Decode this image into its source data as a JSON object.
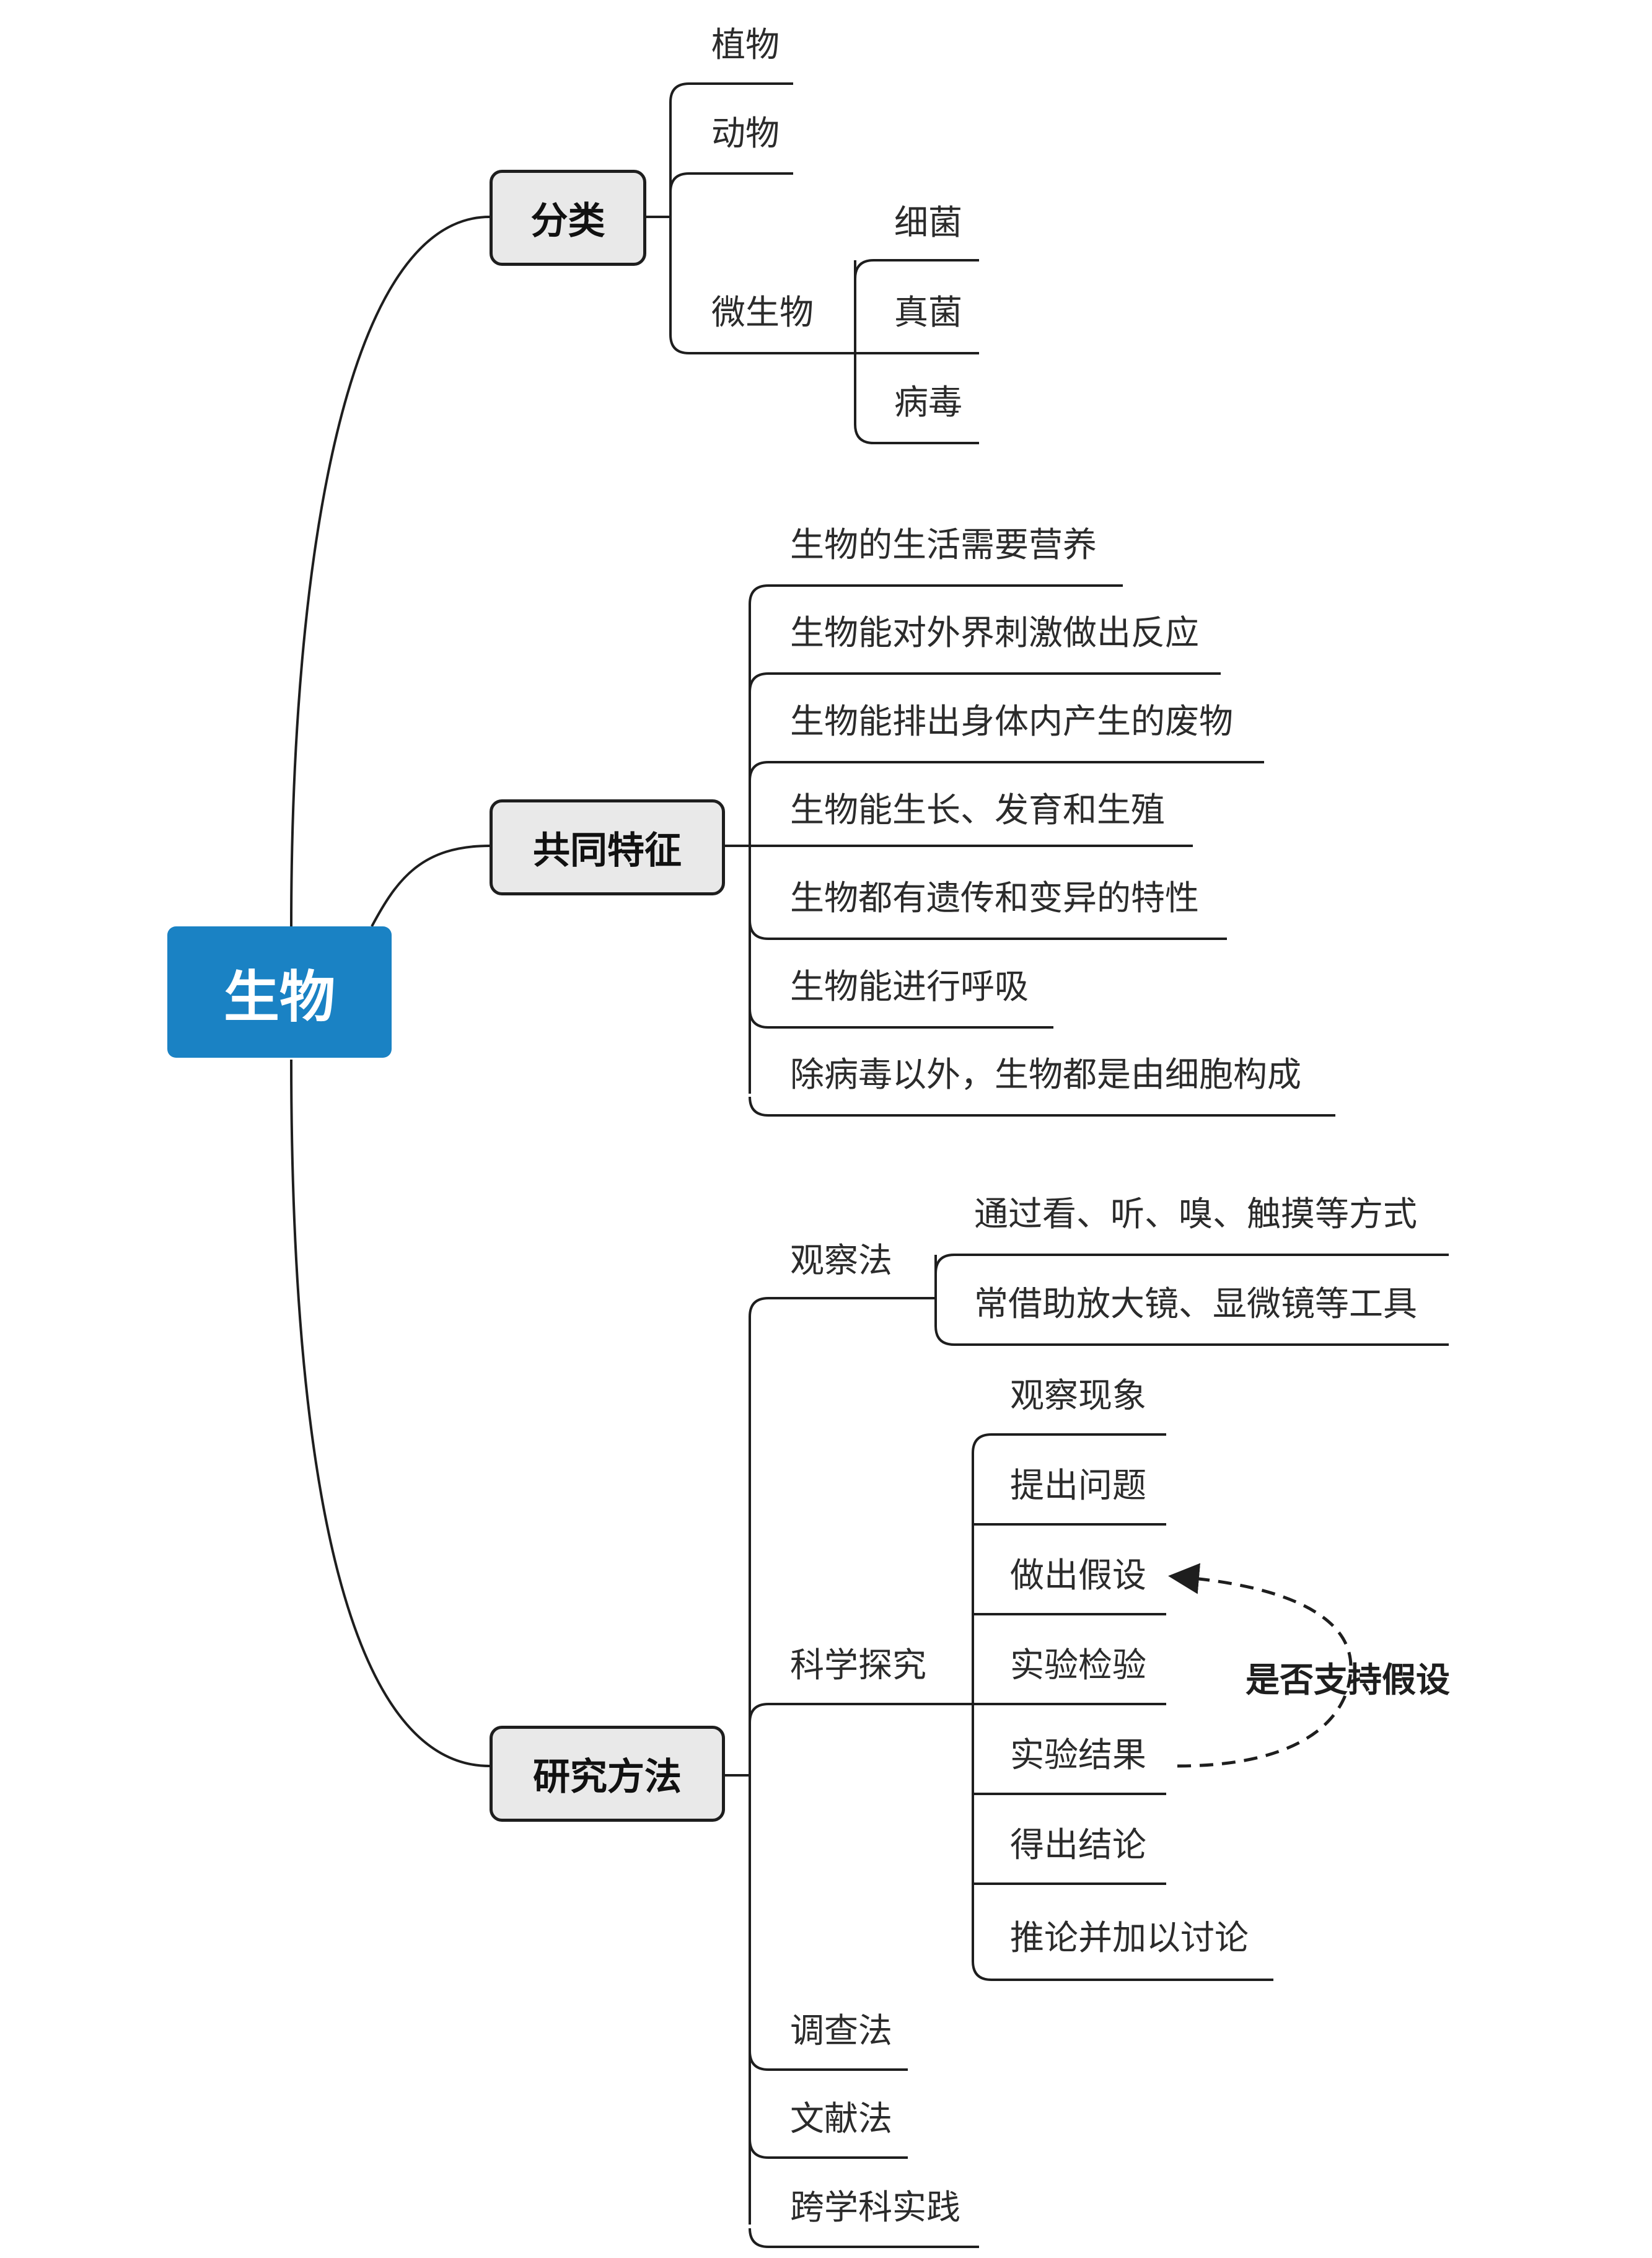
{
  "root": "生物",
  "classification": {
    "label": "分类",
    "items": [
      "植物",
      "动物",
      "微生物"
    ],
    "microbes": [
      "细菌",
      "真菌",
      "病毒"
    ]
  },
  "characteristics": {
    "label": "共同特征",
    "items": [
      "生物的生活需要营养",
      "生物能对外界刺激做出反应",
      "生物能排出身体内产生的废物",
      "生物能生长、发育和生殖",
      "生物都有遗传和变异的特性",
      "生物能进行呼吸",
      "除病毒以外，生物都是由细胞构成"
    ]
  },
  "methods": {
    "label": "研究方法",
    "observation": {
      "label": "观察法",
      "items": [
        "通过看、听、嗅、触摸等方式",
        "常借助放大镜、显微镜等工具"
      ]
    },
    "inquiry": {
      "label": "科学探究",
      "steps": [
        "观察现象",
        "提出问题",
        "做出假设",
        "实验检验",
        "实验结果",
        "得出结论",
        "推论并加以讨论"
      ],
      "feedback_label": "是否支持假设"
    },
    "others": [
      "调查法",
      "文献法",
      "跨学科实践"
    ]
  },
  "colors": {
    "root_bg": "#1a82c4",
    "node_bg": "#e9e9e9",
    "line": "#1e1e1e"
  }
}
